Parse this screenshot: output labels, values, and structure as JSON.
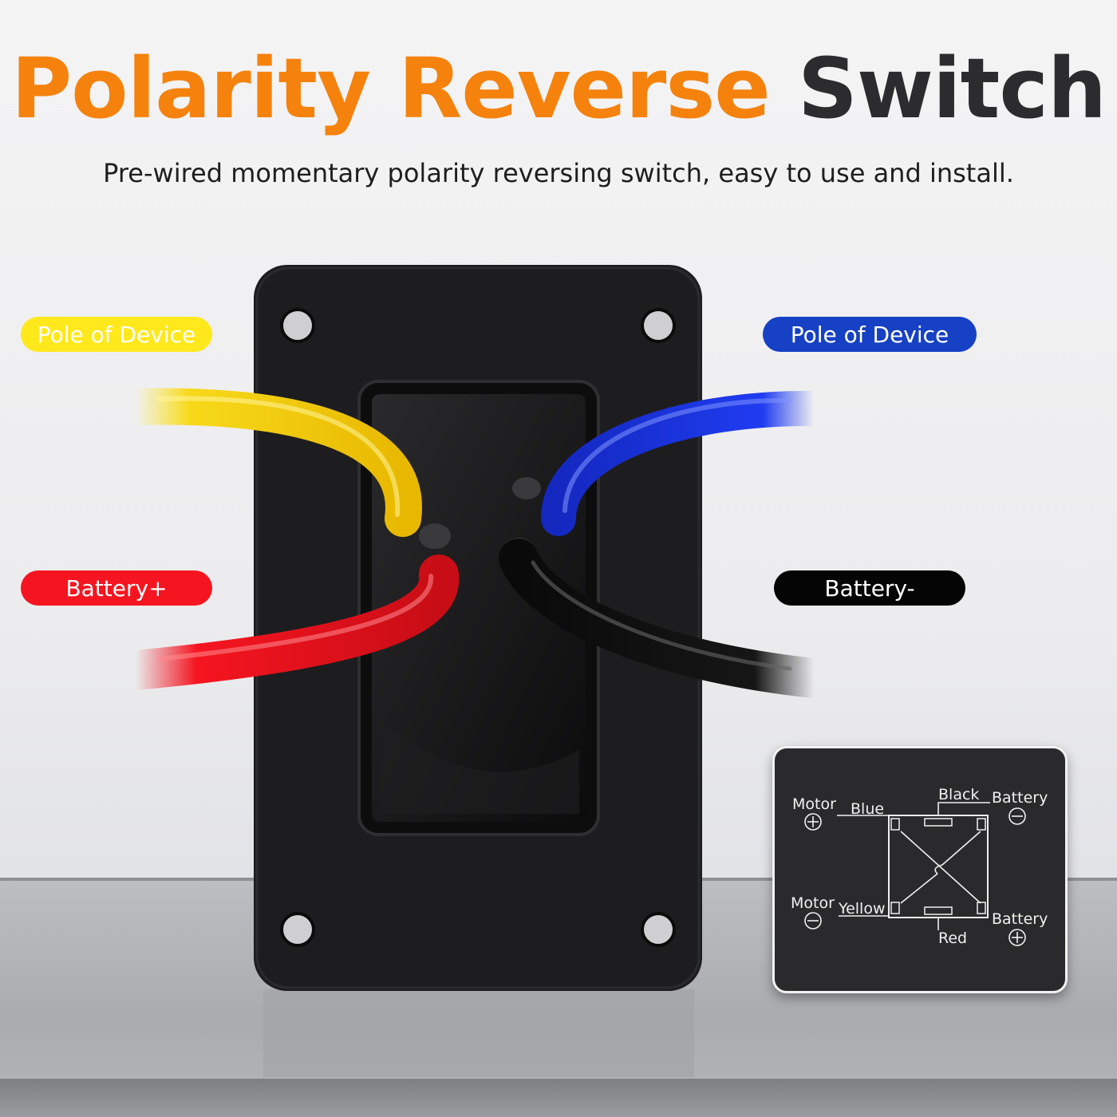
{
  "headline": {
    "part1": "Polarity Reverse",
    "part2": "Switch"
  },
  "subtitle": "Pre-wired momentary polarity reversing switch, easy to use and install.",
  "wire_labels": {
    "yellow": "Pole of Device",
    "blue": "Pole of Device",
    "red": "Battery+",
    "black": "Battery-"
  },
  "colors": {
    "accent_orange": "#f5820d",
    "dark_text": "#2c2c2e",
    "yellow_wire": "#ffe81c",
    "blue_wire": "#1641c4",
    "red_wire": "#f51520",
    "black_wire": "#050505"
  },
  "diagram": {
    "motor_plus": "Motor",
    "motor_minus": "Motor",
    "battery_minus": "Battery",
    "battery_plus": "Battery",
    "blue": "Blue",
    "black": "Black",
    "yellow": "Yellow",
    "red": "Red"
  }
}
